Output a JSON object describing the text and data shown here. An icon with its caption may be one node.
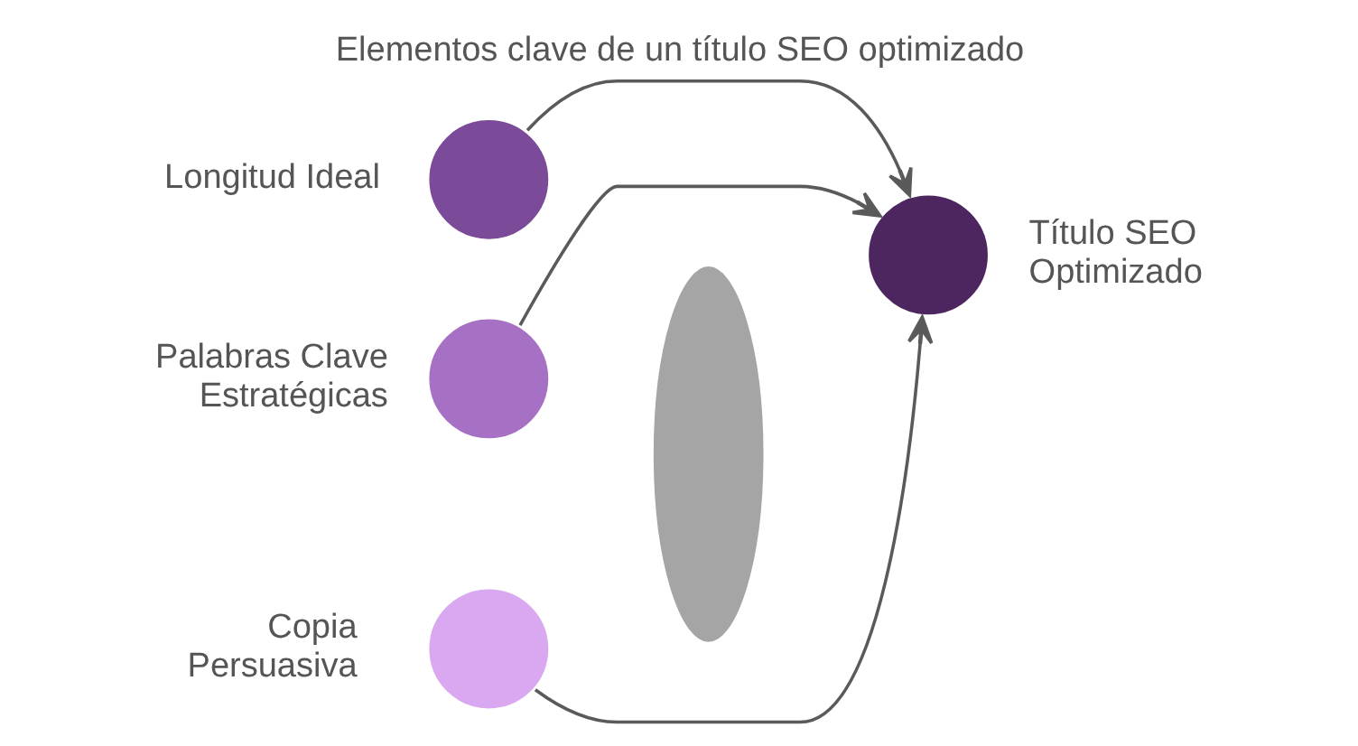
{
  "diagram": {
    "title": "Elementos clave de un título SEO optimizado",
    "nodes": [
      {
        "text": [],
        "shape": "circle",
        "beside": [
          "Longitud Ideal"
        ]
      },
      {
        "text": [],
        "shape": "circle",
        "beside": [
          "Palabras Clave Estratégicas"
        ]
      },
      {
        "text": [],
        "shape": "circle",
        "beside": [
          "Copia Persuasiva"
        ]
      },
      {
        "text": [],
        "shape": "lens"
      },
      {
        "text": [],
        "shape": "circle",
        "beside": [
          "Título SEO Optimizado"
        ]
      }
    ],
    "edges": [
      {
        "from": 0,
        "to": 4,
        "arrow": "to"
      },
      {
        "from": 1,
        "to": 4,
        "arrow": "to"
      },
      {
        "from": 2,
        "to": 4,
        "arrow": "to"
      }
    ]
  }
}
